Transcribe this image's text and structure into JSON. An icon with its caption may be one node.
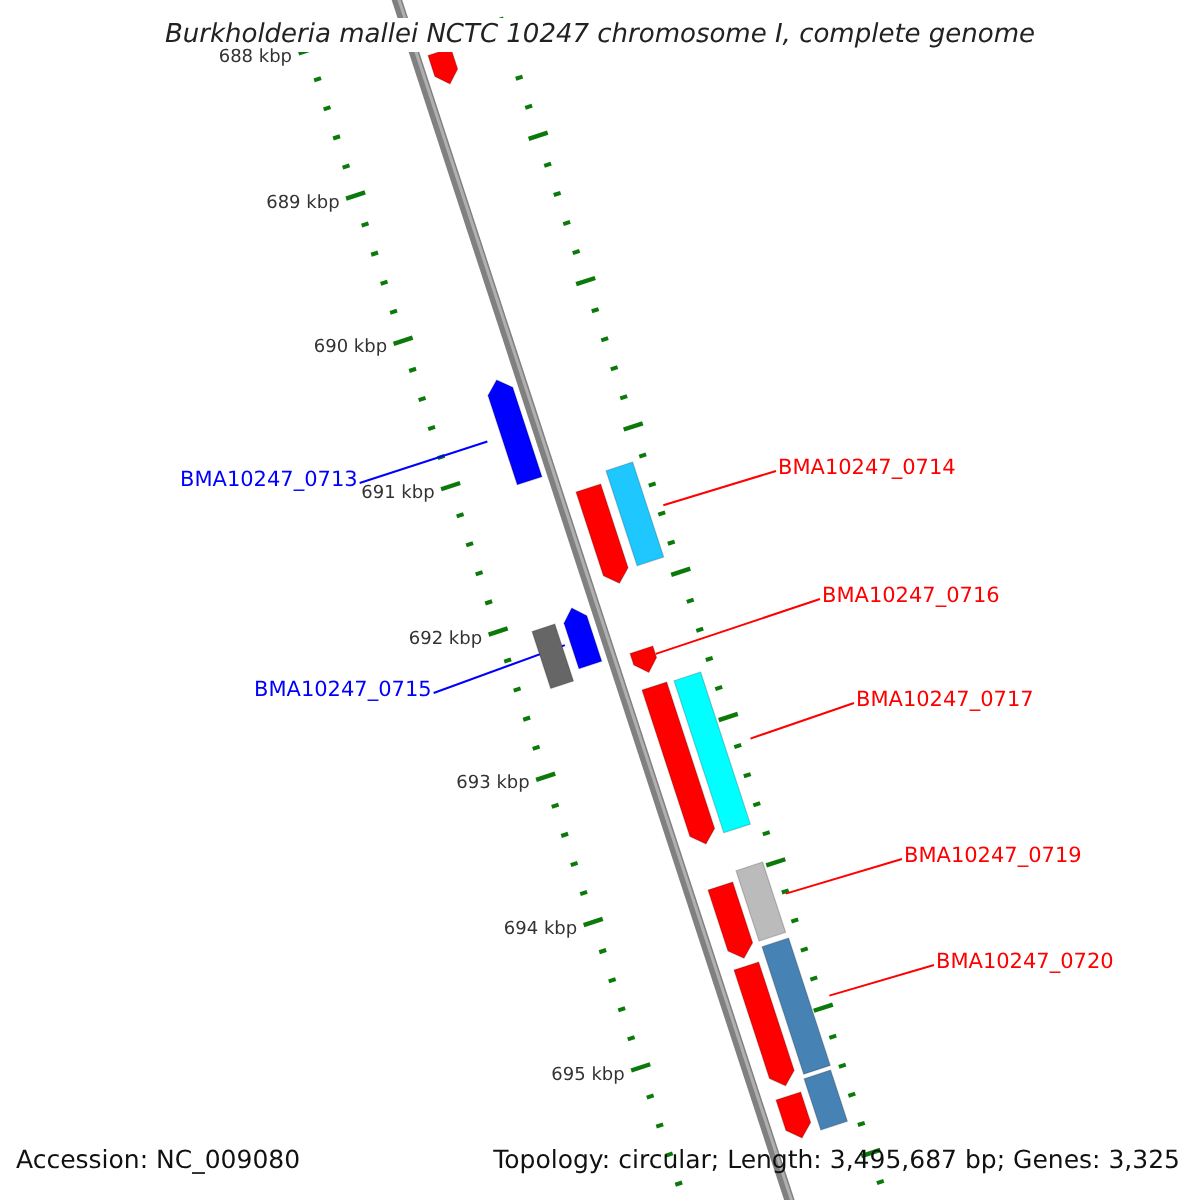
{
  "diagram": {
    "title": "Burkholderia mallei NCTC 10247 chromosome I, complete genome",
    "nodes": [
      {
        "text": [
          "BMA10247_0713"
        ]
      },
      {
        "text": [],
        "shape": "arrow"
      },
      {
        "text": [
          "BMA10247_0714"
        ]
      },
      {
        "text": [],
        "shape": "bar"
      },
      {
        "text": [
          "BMA10247_0715"
        ]
      },
      {
        "text": [],
        "shape": "arrow"
      },
      {
        "text": [
          "BMA10247_0716"
        ]
      },
      {
        "text": [],
        "shape": "arrow"
      },
      {
        "text": [
          "BMA10247_0717"
        ]
      },
      {
        "text": [],
        "shape": "bar"
      },
      {
        "text": [
          "BMA10247_0719"
        ]
      },
      {
        "text": [],
        "shape": "bar"
      },
      {
        "text": [
          "BMA10247_0720"
        ]
      },
      {
        "text": [],
        "shape": "bar"
      },
      {
        "text": [],
        "shape": "arrow"
      },
      {
        "text": [],
        "shape": "arrow"
      },
      {
        "text": [],
        "shape": "bar"
      },
      {
        "text": [],
        "shape": "arrow"
      },
      {
        "text": [],
        "shape": "arrow"
      },
      {
        "text": [],
        "shape": "arrow"
      },
      {
        "text": [],
        "shape": "arrow"
      },
      {
        "text": [],
        "shape": "bar"
      }
    ],
    "edges": [
      {
        "from": 0,
        "to": 1,
        "arrow": "none",
        "color": "#0000ff"
      },
      {
        "from": 2,
        "to": 3,
        "arrow": "none"
      },
      {
        "from": 4,
        "to": 5,
        "arrow": "none",
        "color": "#0000ff"
      },
      {
        "from": 6,
        "to": 7,
        "arrow": "none"
      },
      {
        "from": 8,
        "to": 9,
        "arrow": "none"
      },
      {
        "from": 10,
        "to": 11,
        "arrow": "none"
      },
      {
        "from": 12,
        "to": 13,
        "arrow": "none"
      }
    ],
    "labels": [
      "688 kbp",
      "689 kbp",
      "690 kbp",
      "691 kbp",
      "692 kbp",
      "693 kbp",
      "694 kbp",
      "695 kbp",
      "Accession: NC_009080",
      "Topology: circular; Length: 3,495,687 bp; Genes: 3,325"
    ]
  }
}
